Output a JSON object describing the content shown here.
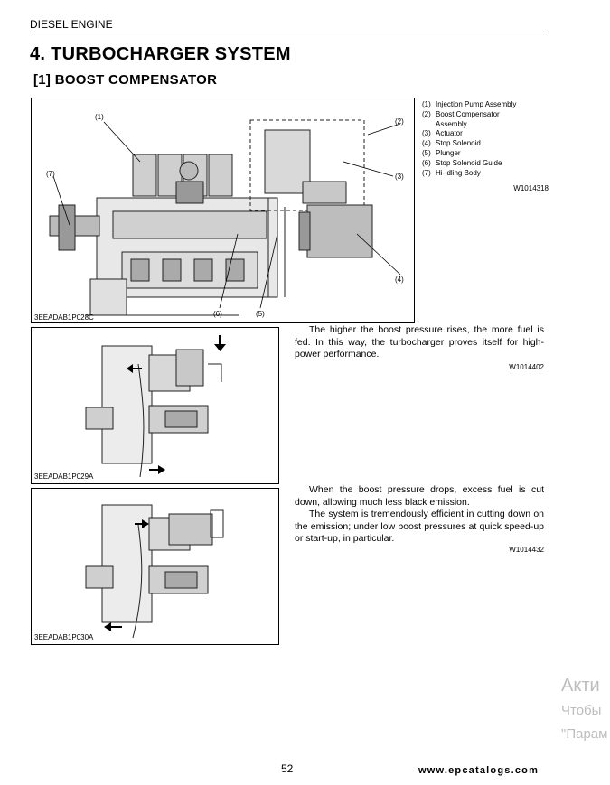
{
  "header": {
    "text": "DIESEL ENGINE"
  },
  "section": {
    "title": "4.  TURBOCHARGER SYSTEM"
  },
  "subsection": {
    "title": "[1]  BOOST COMPENSATOR"
  },
  "figures": [
    {
      "code": "3EEADAB1P028C",
      "callouts": [
        "(1)",
        "(2)",
        "(3)",
        "(4)",
        "(5)",
        "(6)",
        "(7)"
      ]
    },
    {
      "code": "3EEADAB1P029A"
    },
    {
      "code": "3EEADAB1P030A"
    }
  ],
  "legend": {
    "items": [
      {
        "num": "(1)",
        "label": "Injection Pump Assembly"
      },
      {
        "num": "(2)",
        "label": "Boost Compensator",
        "cont": "Assembly"
      },
      {
        "num": "(3)",
        "label": "Actuator"
      },
      {
        "num": "(4)",
        "label": "Stop Solenoid"
      },
      {
        "num": "(5)",
        "label": "Plunger"
      },
      {
        "num": "(6)",
        "label": "Stop Solenoid Guide"
      },
      {
        "num": "(7)",
        "label": "Hi-Idling Body"
      }
    ],
    "code": "W1014318"
  },
  "paragraph_high": {
    "text": "The higher the boost pressure rises, the more fuel is fed.  In this way, the turbocharger proves itself for high-power performance.",
    "code": "W1014402"
  },
  "paragraph_low": {
    "text1": "When the boost pressure drops, excess fuel is cut down, allowing much less black emission.",
    "text2": "The system is tremendously efficient in cutting down on the emission; under low boost pressures at quick speed-up or start-up, in particular.",
    "code": "W1014432"
  },
  "watermark": {
    "line1": "Акти",
    "line2": "Чтобы",
    "line3": "\"Парам"
  },
  "footer": {
    "page": "52",
    "site": "www.epcatalogs.com"
  }
}
